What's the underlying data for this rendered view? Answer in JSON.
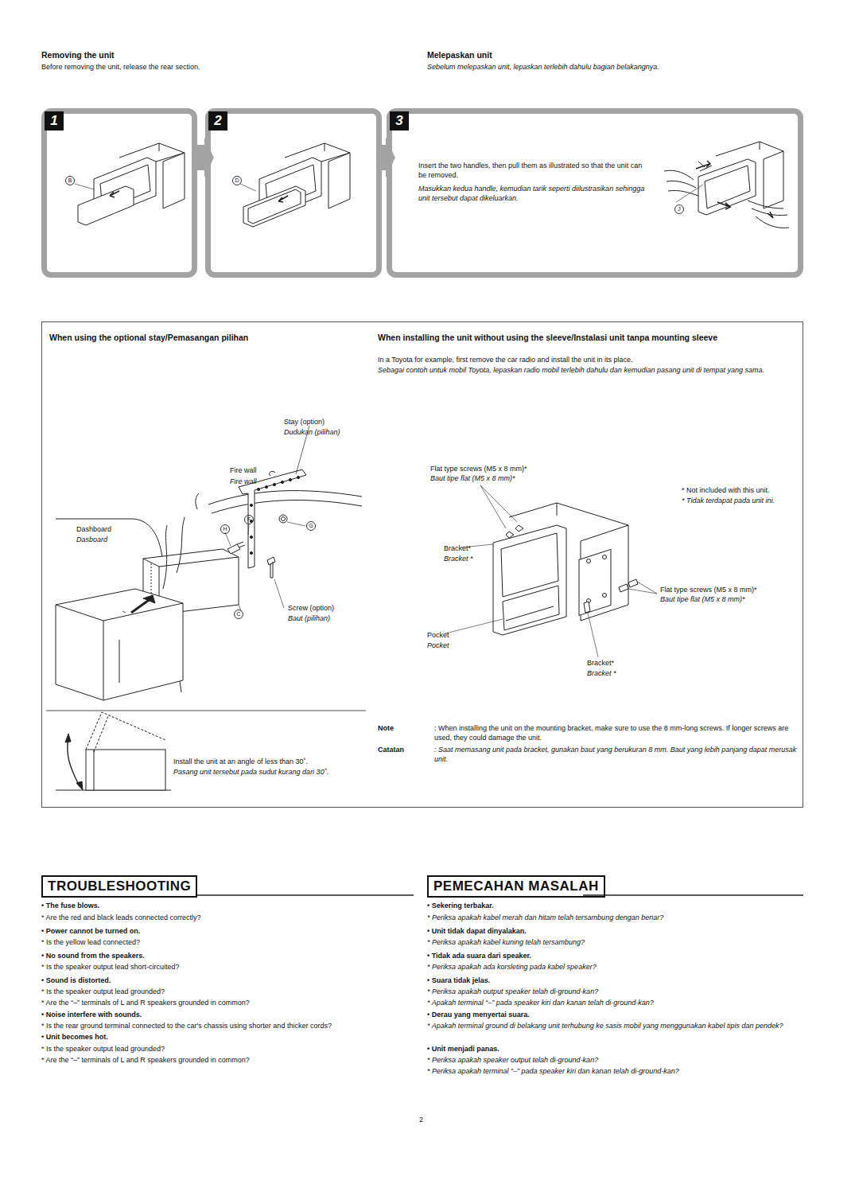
{
  "diagram": {
    "nodes": [
      {
        "text": [
          "1",
          "B"
        ]
      },
      {
        "text": [
          "2",
          "D"
        ]
      },
      {
        "text": [
          "3",
          "Insert the two handles, then pull them as illustrated so that the unit can be removed.",
          "Masukkan kedua handle, kemudian tarik seperti diilustrasikan sehingga unit tersebut dapat dikeluarkan.",
          "J"
        ]
      },
      {
        "text": [
          "When using the optional stay/Pemasangan pilihan",
          "When installing the unit without using the sleeve/Instalasi unit tanpa mounting sleeve",
          "In a Toyota for example, first remove the car radio and install the unit in its place.",
          "Sebagai contoh untuk mobil Toyota, lepaskan radio mobil terlebih dahulu dan kemudian pasang unit di tempat yang sama."
        ]
      },
      {
        "text": [
          "TROUBLESHOOTING"
        ]
      },
      {
        "text": [
          "PEMECAHAN MASALAH"
        ]
      }
    ],
    "edges": [
      {
        "from": 0,
        "to": 1,
        "arrow": "to"
      },
      {
        "from": 1,
        "to": 2,
        "arrow": "to"
      }
    ],
    "labels": [
      "Removing the unit",
      "Before removing the unit, release the rear section.",
      "Melepaskan unit",
      "Sebelum melepaskan unit, lepaskan terlebih dahulu bagian belakangnya.",
      "Stay (option)",
      "Dudukan (pilihan)",
      "Fire wall",
      "Fire wall",
      "Dashboard",
      "Dasboard",
      "F",
      "G",
      "H",
      "C",
      "Screw (option)",
      "Baut (pilihan)",
      "Install the unit at an angle of less than 30˚.",
      "Pasang unit tersebut pada sudut kurang dari 30˚.",
      "Flat type screws (M5 x 8 mm)*",
      "Baut tipe flat (M5 x 8 mm)*",
      "* Not included with this unit.",
      "* Tidak terdapat pada unit ini.",
      "Bracket*",
      "Bracket *",
      "Flat type screws (M5 x 8 mm)*",
      "Baut tipe flat (M5 x 8 mm)*",
      "Pocket",
      "Pocket",
      "Bracket*",
      "Bracket *",
      "Note",
      ": When installing the unit on the mounting bracket, make sure to use the 8 mm-long screws. If longer screws are used, they could damage the unit.",
      "Catatan",
      ": Saat memasang unit pada bracket, gunakan baut yang berukuran 8 mm. Baut yang lebih panjang dapat merusak unit.",
      "• The fuse blows.",
      "* Are the red and black leads connected correctly?",
      "• Power cannot be turned on.",
      "* Is the yellow lead connected?",
      "• No sound from the speakers.",
      "* Is the speaker output lead short-circuited?",
      "• Sound is distorted.",
      "* Is the speaker output lead grounded?",
      "* Are the “–” terminals of L and R speakers grounded in common?",
      "• Noise interfere with sounds.",
      "* Is the rear ground terminal connected to the car's chassis using shorter and thicker cords?",
      "• Unit becomes hot.",
      "* Is the speaker output lead grounded?",
      "* Are the “–” terminals of L and R speakers grounded in common?",
      "• Sekering terbakar.",
      "* Periksa apakah kabel merah dan hitam telah tersambung dengan benar?",
      "• Unit tidak dapat dinyalakan.",
      "* Periksa apakah kabel kuning telah tersambung?",
      "• Tidak ada suara dari speaker.",
      "* Periksa apakah ada korsleting pada kabel speaker?",
      "• Suara tidak jelas.",
      "* Periksa apakah output speaker telah di-ground-kan?",
      "* Apakah terminal “–” pada speaker kiri dan kanan telah di-ground-kan?",
      "• Derau yang menyertai suara.",
      "* Apakah terminal ground di belakang unit terhubung ke sasis mobil yang menggunakan kabel tipis dan pendek?",
      "• Unit menjadi panas.",
      "* Periksa apakah speaker output telah di-ground-kan?",
      "* Periksa apakah terminal “–” pada speaker kiri dan kanan telah di-ground-kan?",
      "2"
    ]
  }
}
